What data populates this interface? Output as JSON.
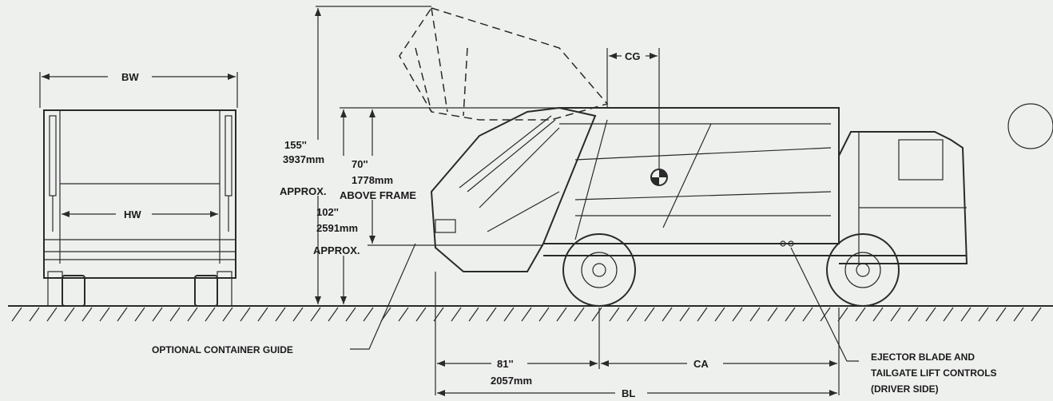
{
  "labels": {
    "bw": "BW",
    "hw": "HW",
    "cg": "CG",
    "total_height_in": "155''",
    "total_height_mm": "3937mm",
    "total_height_note": "APPROX.",
    "above_frame_in": "70''",
    "above_frame_mm": "1778mm",
    "above_frame_note": "ABOVE FRAME",
    "hopper_height_in": "102''",
    "hopper_height_mm": "2591mm",
    "hopper_height_note": "APPROX.",
    "overhang_in": "81''",
    "overhang_mm": "2057mm",
    "ca": "CA",
    "bl": "BL",
    "container_guide": "OPTIONAL CONTAINER GUIDE",
    "controls_line1": "EJECTOR BLADE AND",
    "controls_line2": "TAILGATE LIFT CONTROLS",
    "controls_line3": "(DRIVER SIDE)"
  },
  "colors": {
    "ink": "#2a2a2a",
    "paper": "#eef0ee"
  }
}
